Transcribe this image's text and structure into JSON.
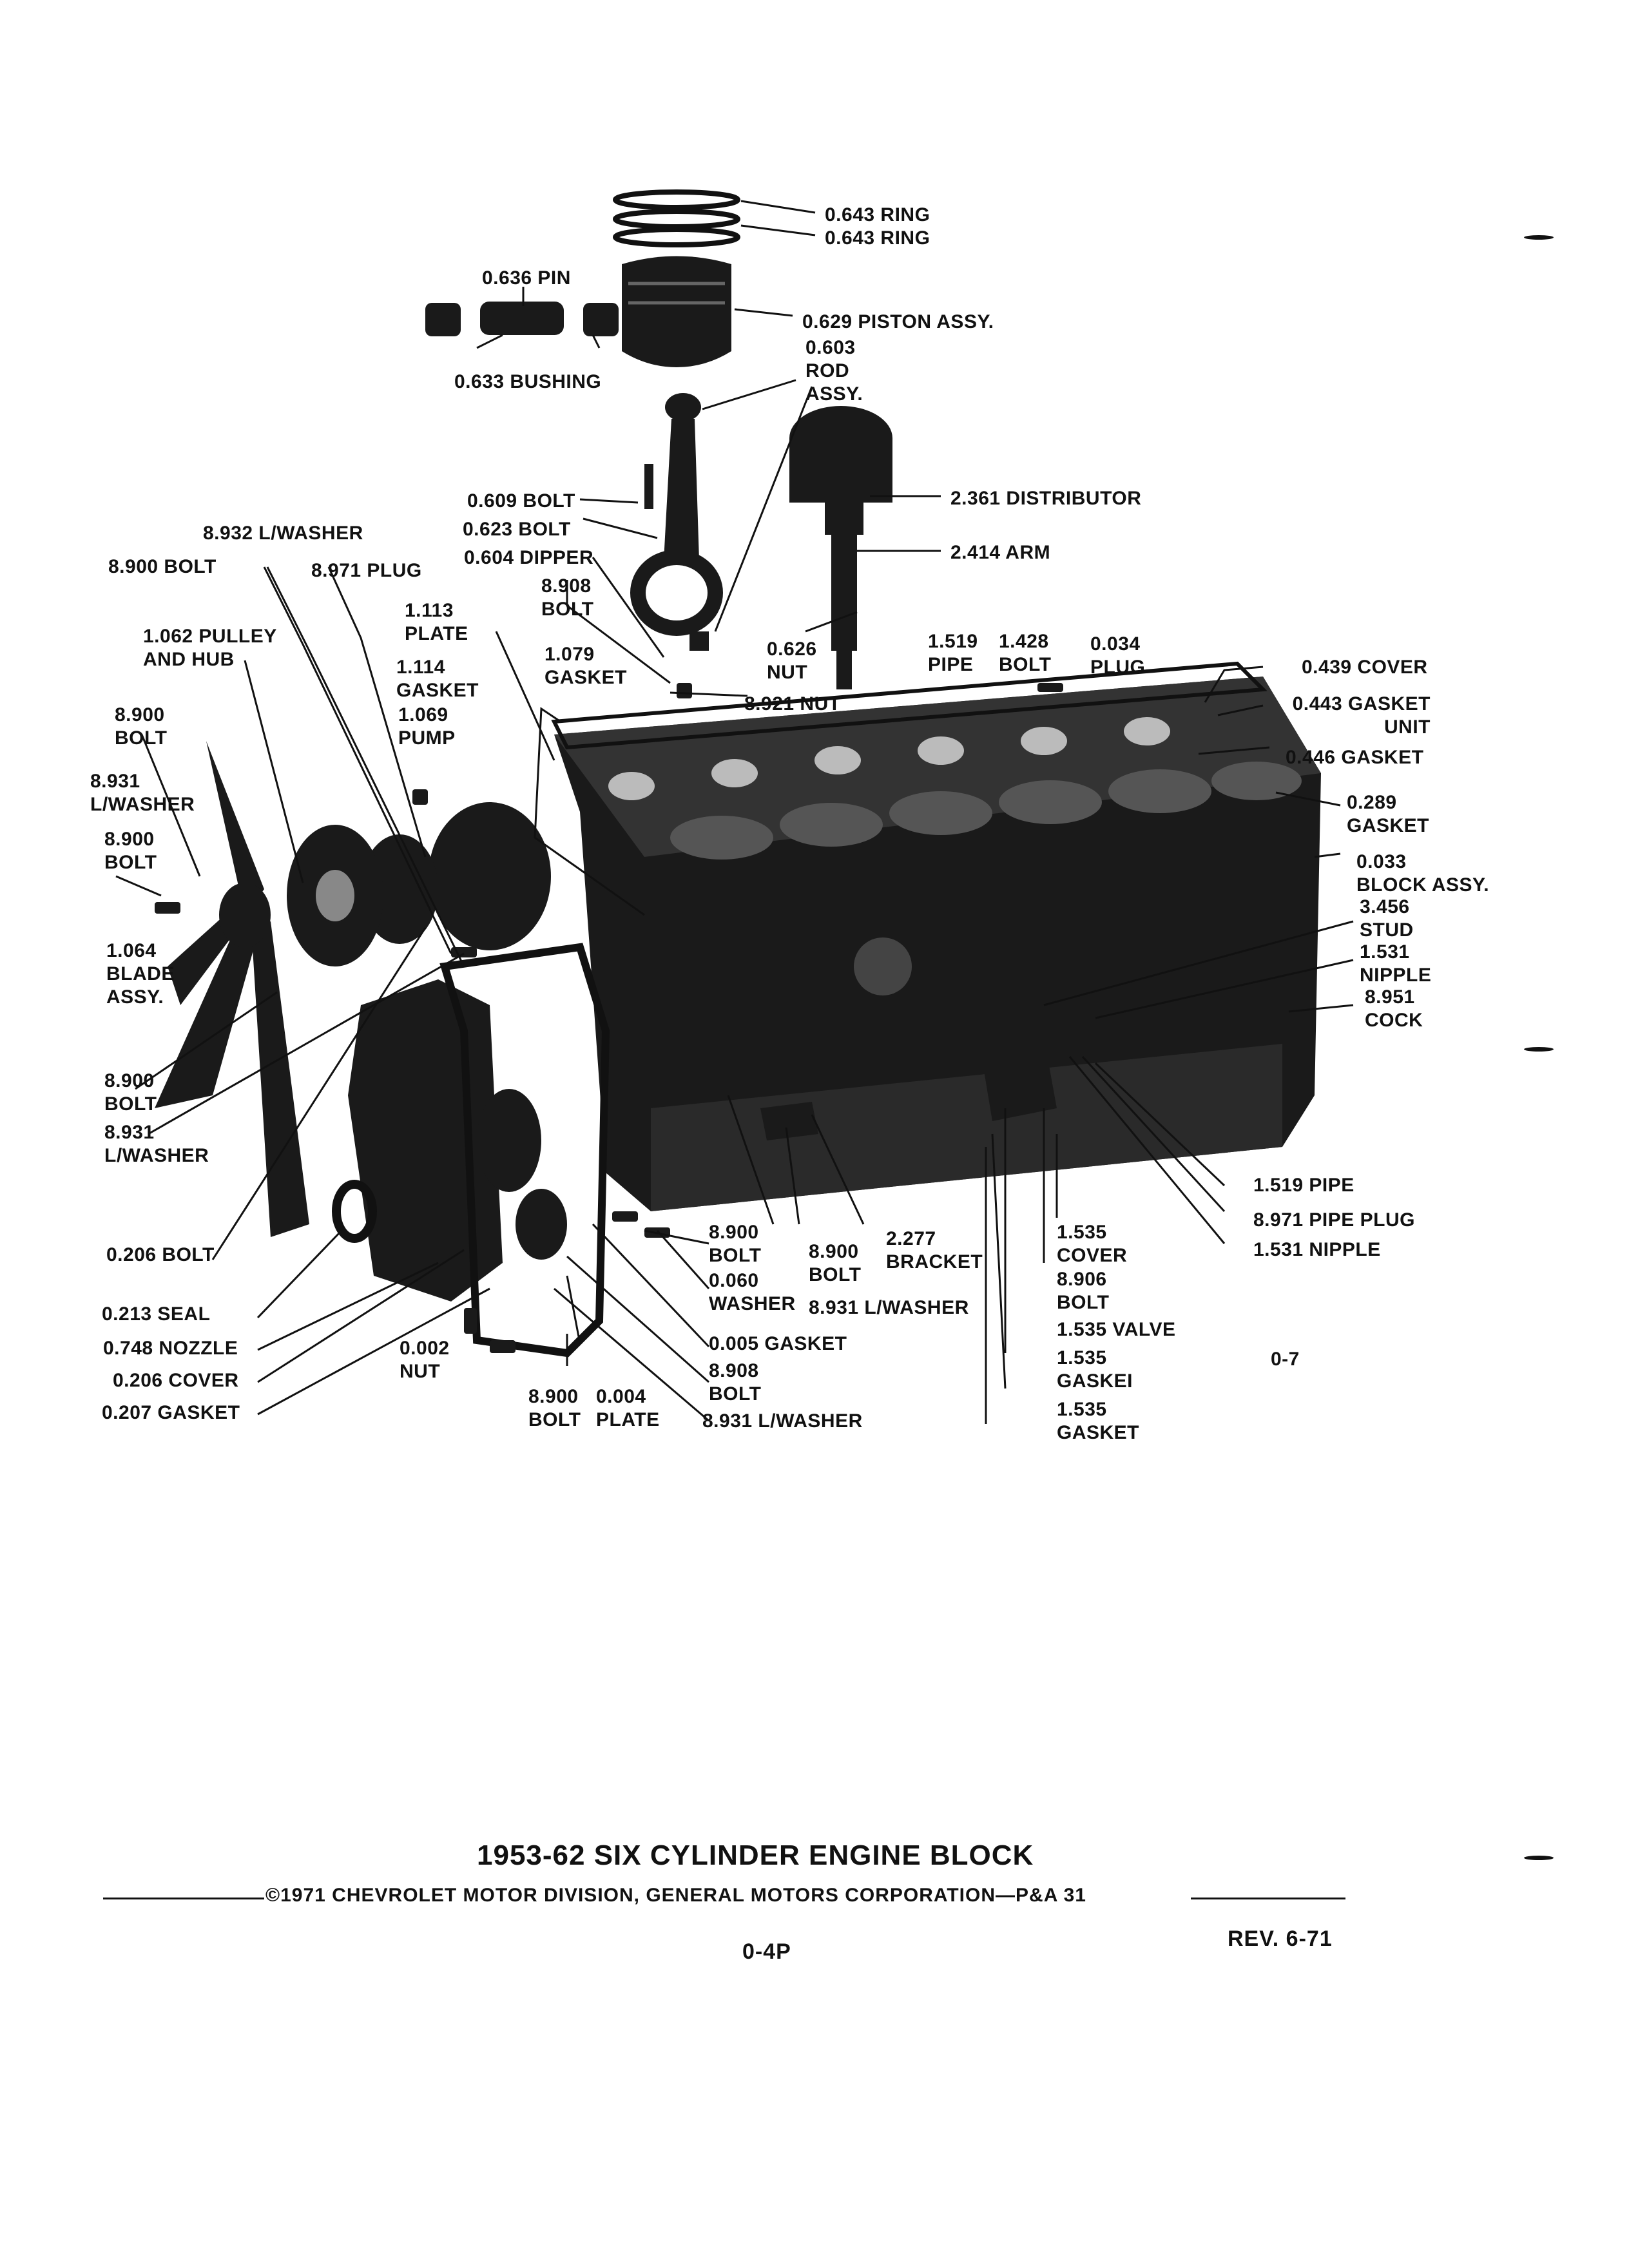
{
  "labels": {
    "ring1": "0.643 RING",
    "ring2": "0.643 RING",
    "pin": "0.636 PIN",
    "piston": "0.629 PISTON ASSY.",
    "bushing": "0.633 BUSHING",
    "rod": "0.603\nROD\nASSY.",
    "bolt609": "0.609 BOLT",
    "distributor": "2.361 DISTRIBUTOR",
    "lwasher8932": "8.932 L/WASHER",
    "bolt623": "0.623 BOLT",
    "arm": "2.414 ARM",
    "bolt8900a": "8.900 BOLT",
    "plug8971": "8.971 PLUG",
    "dipper": "0.604 DIPPER",
    "bolt8908": "8.908\nBOLT",
    "plate1113": "1.113\nPLATE",
    "pulley": "1.062 PULLEY\nAND HUB",
    "gasket1079": "1.079\nGASKET",
    "nut626": "0.626\nNUT",
    "pipe1519": "1.519\nPIPE",
    "bolt1428": "1.428\nBOLT",
    "plug034": "0.034\nPLUG",
    "cover439": "0.439 COVER",
    "gasket1114": "1.114\nGASKET",
    "nut8921": "8.921 NUT",
    "gasket443": "0.443 GASKET\nUNIT",
    "pump1069": "1.069\nPUMP",
    "bolt8900b": "8.900\nBOLT",
    "gasket446": "0.446 GASKET",
    "lwasher8931a": "8.931\nL/WASHER",
    "gasket289": "0.289\nGASKET",
    "bolt8900c": "8.900\nBOLT",
    "block033": "0.033\nBLOCK ASSY.",
    "stud": "3.456\nSTUD",
    "nipple1531a": "1.531\nNIPPLE",
    "blade": "1.064\nBLADE\nASSY.",
    "cock": "8.951\nCOCK",
    "bolt8900d": "8.900\nBOLT",
    "lwasher8931b": "8.931\nL/WASHER",
    "pipe1519b": "1.519 PIPE",
    "pipeplug": "8.971 PIPE PLUG",
    "nipple1531b": "1.531 NIPPLE",
    "bolt206": "0.206 BOLT",
    "bolt8900e": "8.900\nBOLT",
    "bolt8900f": "8.900\nBOLT",
    "bracket": "2.277\nBRACKET",
    "cover1535": "1.535\nCOVER",
    "washer060": "0.060\nWASHER",
    "lwasher8931c": "8.931 L/WASHER",
    "bolt8906": "8.906\nBOLT",
    "seal": "0.213 SEAL",
    "valve": "1.535 VALVE",
    "nozzle": "0.748 NOZZLE",
    "nut002": "0.002\nNUT",
    "gasket005": "0.005 GASKET",
    "gasket1535a": "1.535\nGASKEI",
    "fig": "0-7",
    "cover206": "0.206 COVER",
    "bolt8908b": "8.908\nBOLT",
    "gasket207": "0.207 GASKET",
    "bolt8900g": "8.900\nBOLT",
    "plate004": "0.004\nPLATE",
    "lwasher8931d": "8.931 L/WASHER",
    "gasket1535b": "1.535\nGASKET"
  },
  "title": "1953-62 SIX CYLINDER ENGINE BLOCK",
  "copyright": "©1971 CHEVROLET MOTOR DIVISION, GENERAL MOTORS CORPORATION—P&A 31",
  "page_number": "0-4P",
  "revision": "REV. 6-71"
}
